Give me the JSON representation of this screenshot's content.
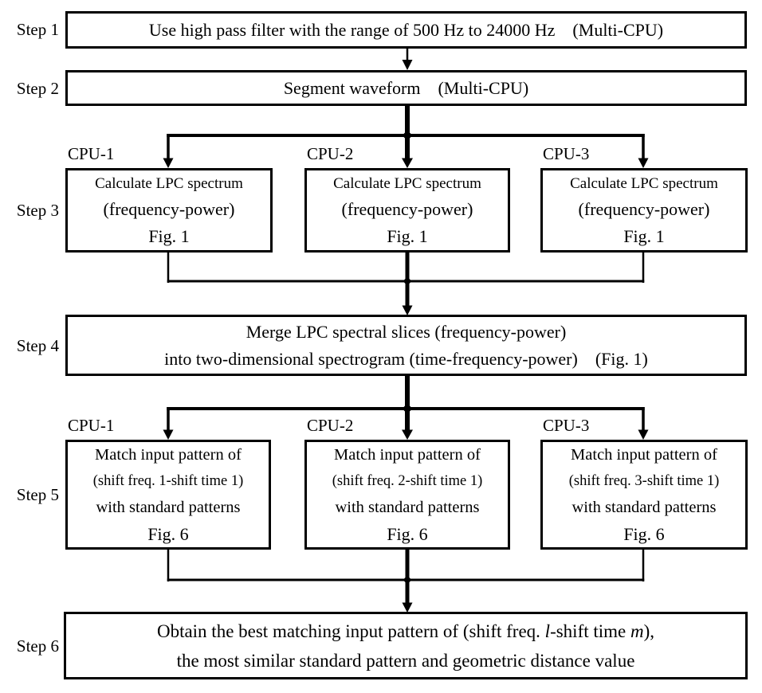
{
  "figure": {
    "background": "#ffffff",
    "ink": "#000000",
    "steps": {
      "s1": {
        "label": "Step 1",
        "text": "Use high pass filter with the range of 500 Hz to 24000 Hz    (Multi-CPU)"
      },
      "s2": {
        "label": "Step 2",
        "text": "Segment waveform    (Multi-CPU)"
      },
      "s3": {
        "label": "Step 3",
        "boxes": [
          {
            "cpu": "CPU-1",
            "l1": "Calculate LPC spectrum",
            "l2": "(frequency-power)",
            "l3": "Fig. 1"
          },
          {
            "cpu": "CPU-2",
            "l1": "Calculate LPC spectrum",
            "l2": "(frequency-power)",
            "l3": "Fig. 1"
          },
          {
            "cpu": "CPU-3",
            "l1": "Calculate LPC spectrum",
            "l2": "(frequency-power)",
            "l3": "Fig. 1"
          }
        ]
      },
      "s4": {
        "label": "Step 4",
        "line1": "Merge LPC spectral slices (frequency-power)",
        "line2": "into two-dimensional spectrogram (time-frequency-power)    (Fig. 1)"
      },
      "s5": {
        "label": "Step 5",
        "boxes": [
          {
            "cpu": "CPU-1",
            "l1": "Match input pattern of",
            "l2": "(shift freq. 1-shift time 1)",
            "l3": "with standard patterns",
            "l4": "Fig. 6"
          },
          {
            "cpu": "CPU-2",
            "l1": "Match input pattern of",
            "l2": "(shift freq. 2-shift time 1)",
            "l3": "with standard patterns",
            "l4": "Fig. 6"
          },
          {
            "cpu": "CPU-3",
            "l1": "Match input pattern of",
            "l2": "(shift freq. 3-shift time 1)",
            "l3": "with standard patterns",
            "l4": "Fig. 6"
          }
        ]
      },
      "s6": {
        "label": "Step 6",
        "line1": {
          "p1": "Obtain the best matching input pattern of (shift freq. ",
          "i1": "l",
          "p2": "-shift time ",
          "i2": "m",
          "p3": "),"
        },
        "line2": "the most similar standard pattern and geometric distance value"
      }
    }
  }
}
